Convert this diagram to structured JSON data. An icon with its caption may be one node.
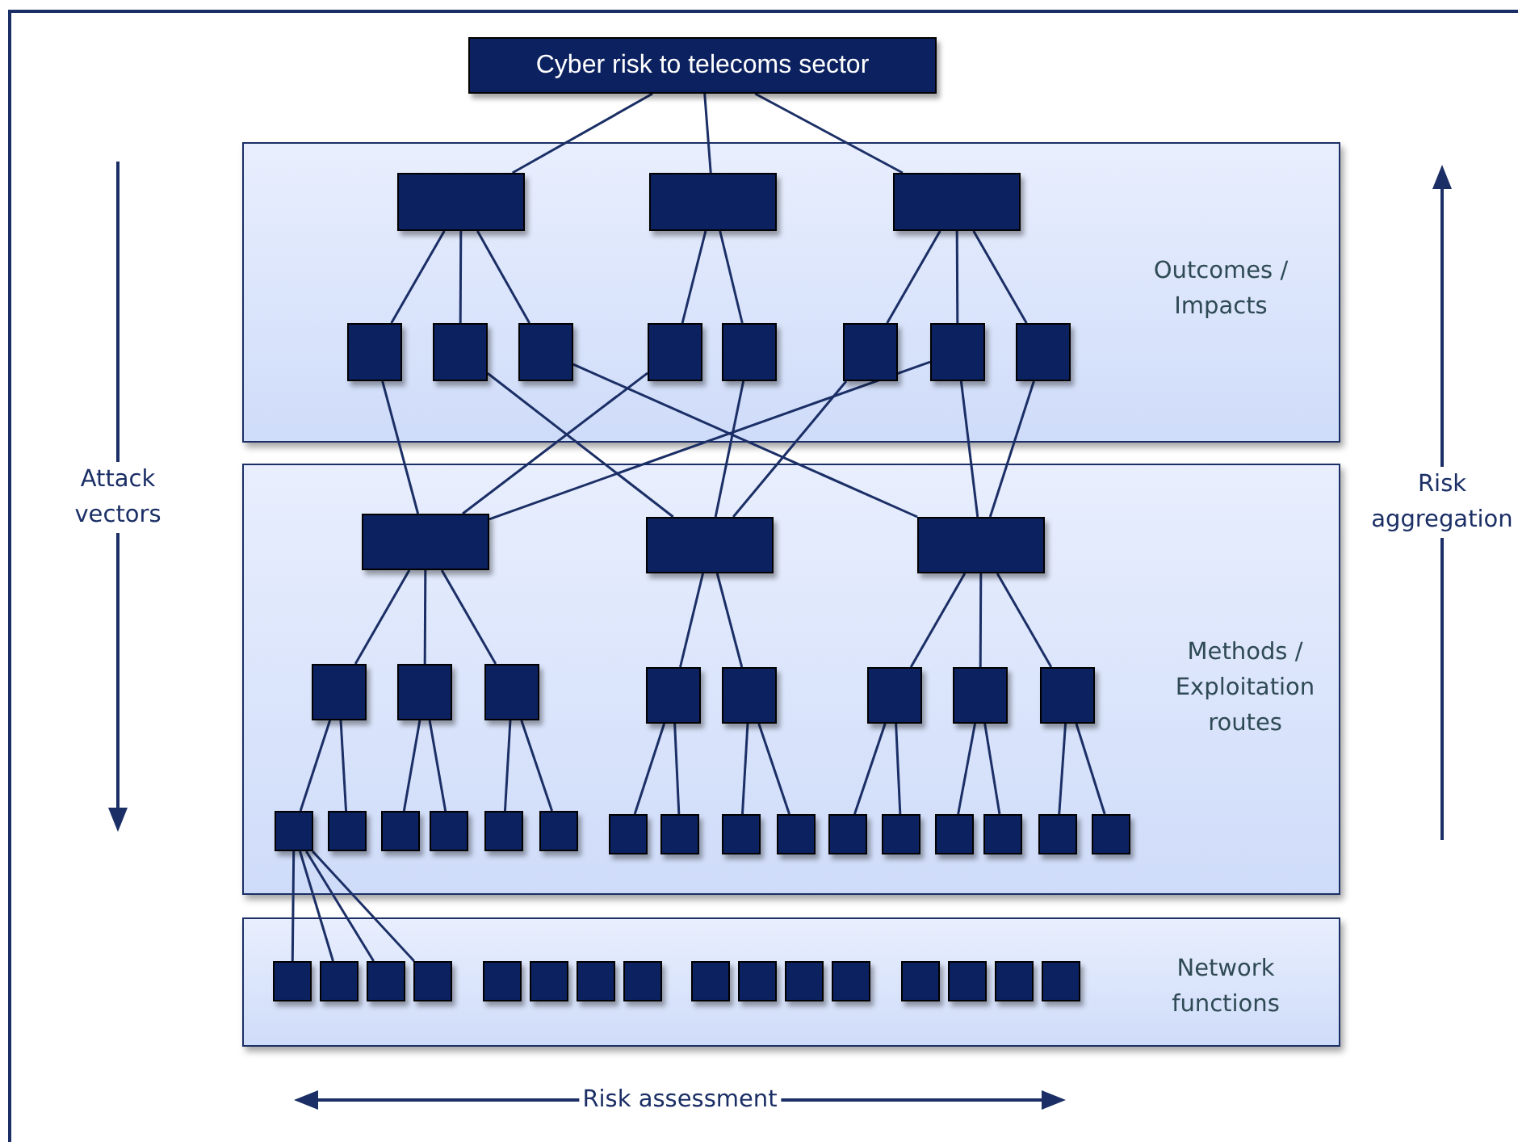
{
  "diagram": {
    "nodes": [
      {
        "text": [
          "Cyber risk to telecoms sector"
        ]
      },
      {
        "text": [
          "Outcomes / Impacts"
        ]
      },
      {
        "text": [],
        "shape": "box",
        "in": 1
      },
      {
        "text": [],
        "shape": "box",
        "in": 1
      },
      {
        "text": [],
        "shape": "box",
        "in": 1
      },
      {
        "text": [],
        "shape": "box",
        "in": 1
      },
      {
        "text": [],
        "shape": "box",
        "in": 1
      },
      {
        "text": [],
        "shape": "box",
        "in": 1
      },
      {
        "text": [],
        "shape": "box",
        "in": 1
      },
      {
        "text": [],
        "shape": "box",
        "in": 1
      },
      {
        "text": [],
        "shape": "box",
        "in": 1
      },
      {
        "text": [],
        "shape": "box",
        "in": 1
      },
      {
        "text": [],
        "shape": "box",
        "in": 1
      },
      {
        "text": [
          "Methods / Exploitation routes"
        ]
      },
      {
        "text": [],
        "shape": "box",
        "in": 13
      },
      {
        "text": [],
        "shape": "box",
        "in": 13
      },
      {
        "text": [],
        "shape": "box",
        "in": 13
      },
      {
        "text": [],
        "shape": "box",
        "in": 13
      },
      {
        "text": [],
        "shape": "box",
        "in": 13
      },
      {
        "text": [],
        "shape": "box",
        "in": 13
      },
      {
        "text": [],
        "shape": "box",
        "in": 13
      },
      {
        "text": [],
        "shape": "box",
        "in": 13
      },
      {
        "text": [],
        "shape": "box",
        "in": 13
      },
      {
        "text": [],
        "shape": "box",
        "in": 13
      },
      {
        "text": [],
        "shape": "box",
        "in": 13
      },
      {
        "text": [],
        "shape": "box",
        "in": 13
      },
      {
        "text": [],
        "shape": "box",
        "in": 13
      },
      {
        "text": [],
        "shape": "box",
        "in": 13
      },
      {
        "text": [],
        "shape": "box",
        "in": 13
      },
      {
        "text": [],
        "shape": "box",
        "in": 13
      },
      {
        "text": [],
        "shape": "box",
        "in": 13
      },
      {
        "text": [],
        "shape": "box",
        "in": 13
      },
      {
        "text": [],
        "shape": "box",
        "in": 13
      },
      {
        "text": [],
        "shape": "box",
        "in": 13
      },
      {
        "text": [],
        "shape": "box",
        "in": 13
      },
      {
        "text": [],
        "shape": "box",
        "in": 13
      },
      {
        "text": [],
        "shape": "box",
        "in": 13
      },
      {
        "text": [],
        "shape": "box",
        "in": 13
      },
      {
        "text": [],
        "shape": "box",
        "in": 13
      },
      {
        "text": [],
        "shape": "box",
        "in": 13
      },
      {
        "text": [],
        "shape": "box",
        "in": 13
      },
      {
        "text": [
          "Network functions"
        ]
      },
      {
        "text": [],
        "shape": "box",
        "in": 41
      },
      {
        "text": [],
        "shape": "box",
        "in": 41
      },
      {
        "text": [],
        "shape": "box",
        "in": 41
      },
      {
        "text": [],
        "shape": "box",
        "in": 41
      },
      {
        "text": [],
        "shape": "box",
        "in": 41
      },
      {
        "text": [],
        "shape": "box",
        "in": 41
      },
      {
        "text": [],
        "shape": "box",
        "in": 41
      },
      {
        "text": [],
        "shape": "box",
        "in": 41
      },
      {
        "text": [],
        "shape": "box",
        "in": 41
      },
      {
        "text": [],
        "shape": "box",
        "in": 41
      },
      {
        "text": [],
        "shape": "box",
        "in": 41
      },
      {
        "text": [],
        "shape": "box",
        "in": 41
      },
      {
        "text": [],
        "shape": "box",
        "in": 41
      },
      {
        "text": [],
        "shape": "box",
        "in": 41
      },
      {
        "text": [],
        "shape": "box",
        "in": 41
      },
      {
        "text": [],
        "shape": "box",
        "in": 41
      }
    ],
    "edges": [
      {
        "from": 0,
        "to": 2,
        "arrow": "none"
      },
      {
        "from": 0,
        "to": 3,
        "arrow": "none"
      },
      {
        "from": 0,
        "to": 4,
        "arrow": "none"
      },
      {
        "from": 2,
        "to": 5,
        "arrow": "none"
      },
      {
        "from": 2,
        "to": 6,
        "arrow": "none"
      },
      {
        "from": 2,
        "to": 7,
        "arrow": "none"
      },
      {
        "from": 3,
        "to": 8,
        "arrow": "none"
      },
      {
        "from": 3,
        "to": 9,
        "arrow": "none"
      },
      {
        "from": 4,
        "to": 10,
        "arrow": "none"
      },
      {
        "from": 4,
        "to": 11,
        "arrow": "none"
      },
      {
        "from": 4,
        "to": 12,
        "arrow": "none"
      },
      {
        "from": 5,
        "to": 14,
        "arrow": "none"
      },
      {
        "from": 6,
        "to": 15,
        "arrow": "none"
      },
      {
        "from": 7,
        "to": 16,
        "arrow": "none"
      },
      {
        "from": 8,
        "to": 14,
        "arrow": "none"
      },
      {
        "from": 9,
        "to": 15,
        "arrow": "none"
      },
      {
        "from": 10,
        "to": 15,
        "arrow": "none"
      },
      {
        "from": 11,
        "to": 14,
        "arrow": "none"
      },
      {
        "from": 11,
        "to": 16,
        "arrow": "none"
      },
      {
        "from": 12,
        "to": 16,
        "arrow": "none"
      },
      {
        "from": 14,
        "to": 17,
        "arrow": "none"
      },
      {
        "from": 14,
        "to": 18,
        "arrow": "none"
      },
      {
        "from": 14,
        "to": 19,
        "arrow": "none"
      },
      {
        "from": 15,
        "to": 20,
        "arrow": "none"
      },
      {
        "from": 15,
        "to": 21,
        "arrow": "none"
      },
      {
        "from": 16,
        "to": 22,
        "arrow": "none"
      },
      {
        "from": 16,
        "to": 23,
        "arrow": "none"
      },
      {
        "from": 16,
        "to": 24,
        "arrow": "none"
      },
      {
        "from": 17,
        "to": 25,
        "arrow": "none"
      },
      {
        "from": 17,
        "to": 26,
        "arrow": "none"
      },
      {
        "from": 18,
        "to": 27,
        "arrow": "none"
      },
      {
        "from": 18,
        "to": 28,
        "arrow": "none"
      },
      {
        "from": 19,
        "to": 29,
        "arrow": "none"
      },
      {
        "from": 19,
        "to": 30,
        "arrow": "none"
      },
      {
        "from": 20,
        "to": 31,
        "arrow": "none"
      },
      {
        "from": 20,
        "to": 32,
        "arrow": "none"
      },
      {
        "from": 21,
        "to": 33,
        "arrow": "none"
      },
      {
        "from": 21,
        "to": 34,
        "arrow": "none"
      },
      {
        "from": 22,
        "to": 35,
        "arrow": "none"
      },
      {
        "from": 22,
        "to": 36,
        "arrow": "none"
      },
      {
        "from": 23,
        "to": 37,
        "arrow": "none"
      },
      {
        "from": 23,
        "to": 38,
        "arrow": "none"
      },
      {
        "from": 24,
        "to": 39,
        "arrow": "none"
      },
      {
        "from": 24,
        "to": 40,
        "arrow": "none"
      },
      {
        "from": 25,
        "to": 42,
        "arrow": "none"
      },
      {
        "from": 25,
        "to": 43,
        "arrow": "none"
      },
      {
        "from": 25,
        "to": 44,
        "arrow": "none"
      },
      {
        "from": 25,
        "to": 45,
        "arrow": "none"
      }
    ],
    "labels": [
      "Attack vectors",
      "Risk aggregation",
      "Risk assessment"
    ]
  }
}
